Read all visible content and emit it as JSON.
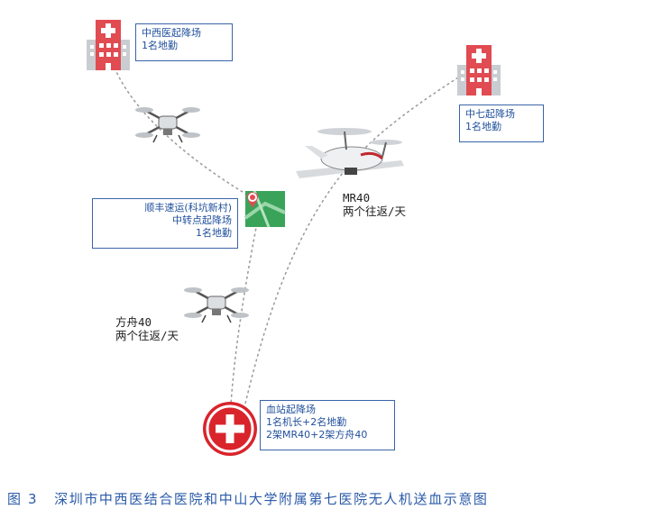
{
  "colors": {
    "hospital_red": "#e14b52",
    "hospital_gray": "#c9cdd2",
    "label_blue": "#1f4f9c",
    "box_border": "#3a64a8",
    "route_gray": "#9a9a9a",
    "transfer_green": "#3aa35a",
    "blood_red": "#d9242c"
  },
  "labels": {
    "hospital_zxy": [
      "中西医起降场",
      "1名地勤"
    ],
    "hospital_zq": [
      "中七起降场",
      "1名地勤"
    ],
    "transfer": [
      "顺丰速运(科坑新村)",
      "中转点起降场",
      "1名地勤"
    ],
    "blood_station": [
      "血站起降场",
      "1名机长+2名地勤",
      "2架MR40+2架方舟40"
    ]
  },
  "routes": {
    "mr40": [
      "MR40",
      "两个往返/天"
    ],
    "fangzhou": [
      "方舟40",
      "两个往返/天"
    ]
  },
  "icons": {
    "hospital_zxy": "hospital-building-icon",
    "hospital_zq": "hospital-building-icon",
    "transfer": "transfer-map-icon",
    "blood_station": "blood-station-cross-icon",
    "drone_upper": "quadcopter-drone-icon",
    "drone_lower": "quadcopter-drone-icon",
    "drone_mr40": "vtol-drone-icon"
  },
  "caption": {
    "number": "图 3",
    "text": "深圳市中西医结合医院和中山大学附属第七医院无人机送血示意图"
  }
}
